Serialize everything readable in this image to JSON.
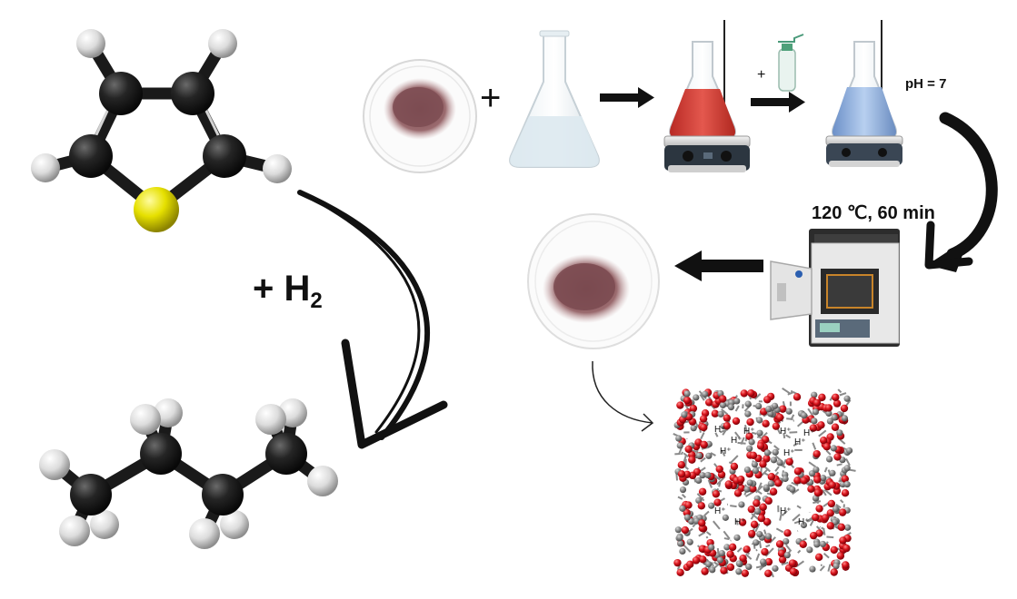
{
  "labels": {
    "plus_h2_prefix": "+ H",
    "plus_h2_subscript": "2",
    "ph": "pH = 7",
    "conditions": "120 ℃, 60 min",
    "plus_sign": "+",
    "plus_small": "+"
  },
  "colors": {
    "carbon": "#1f1f1f",
    "hydrogen": "#e8e8e8",
    "sulfur": "#e4e000",
    "oxygen": "#d8141c",
    "framework_node": "#8c8c8c",
    "red_solution": "#d6423c",
    "blue_solution": "#8aaee0",
    "powder": "#8a5a5e",
    "arrow": "#111111"
  },
  "icons": {
    "thiophene": "thiophene-molecule-icon",
    "butane": "butane-molecule-icon",
    "powder_dish": "petri-dish-powder-icon",
    "flask": "erlenmeyer-flask-icon",
    "stirrer": "magnetic-stirrer-icon",
    "wash_bottle": "wash-bottle-icon",
    "furnace": "muffle-furnace-icon",
    "framework": "porous-framework-icon"
  },
  "framework_labels": [
    "H⁺",
    "H⁺",
    "H⁺",
    "H⁺",
    "H⁺",
    "H⁺",
    "H⁺",
    "H⁺",
    "H⁺",
    "H⁺",
    "H⁺",
    "H⁺"
  ]
}
